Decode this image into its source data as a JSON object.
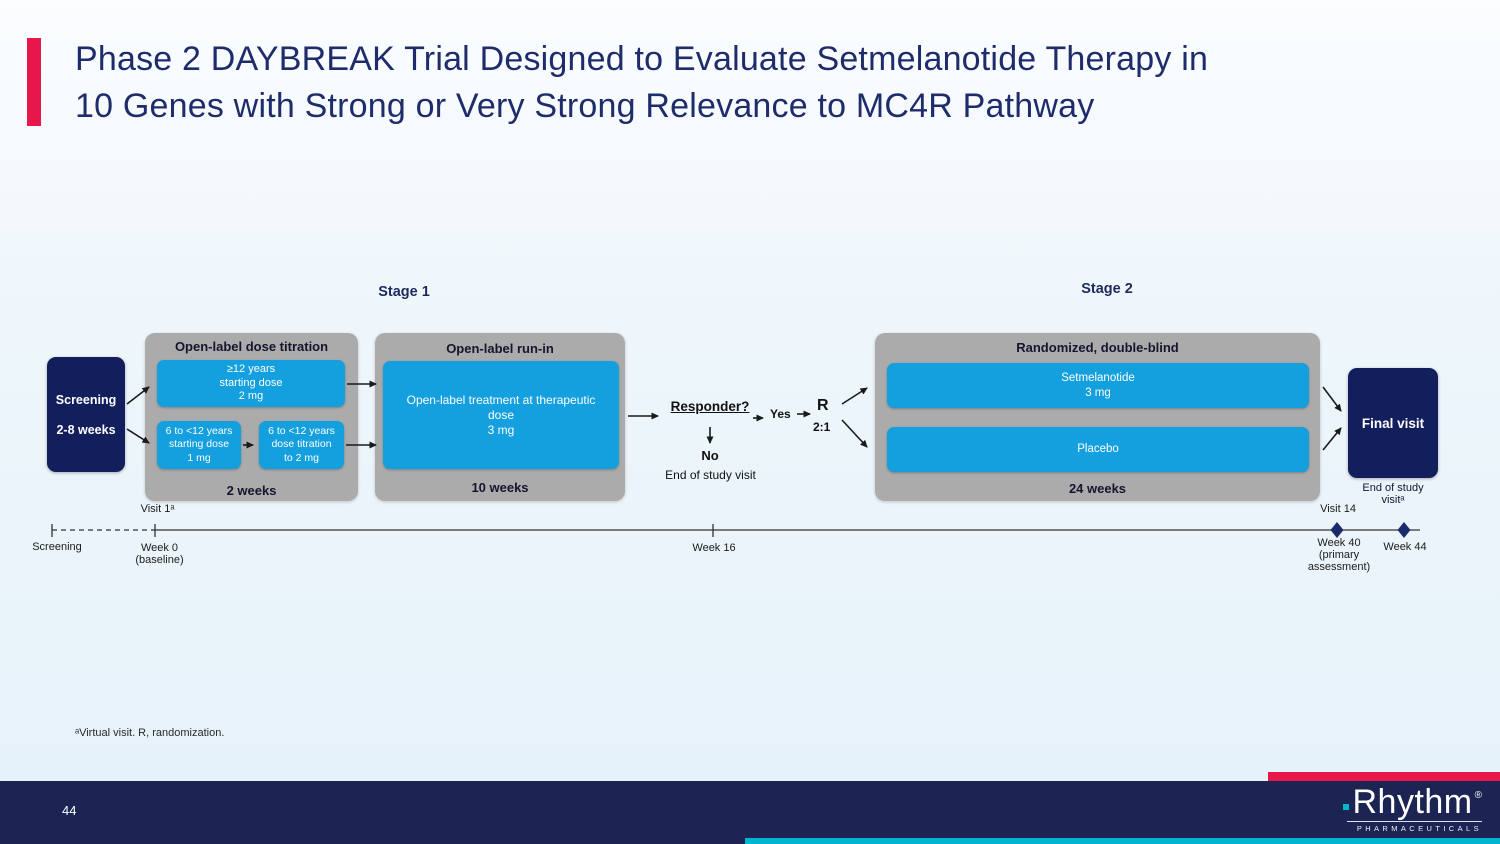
{
  "title": "Phase 2 DAYBREAK Trial Designed to Evaluate Setmelanotide Therapy in\n10 Genes with Strong or Very Strong Relevance to MC4R Pathway",
  "stages": {
    "stage1": "Stage 1",
    "stage2": "Stage 2"
  },
  "screening_box": {
    "line1": "Screening",
    "line2": "2-8 weeks"
  },
  "dose_titration": {
    "header": "Open-label dose titration",
    "box_12plus": "≥12 years\nstarting dose\n2 mg",
    "box_6to12_start": "6 to <12 years\nstarting dose\n1 mg",
    "box_6to12_titration": "6 to <12 years\ndose titration\nto 2 mg",
    "duration": "2 weeks"
  },
  "run_in": {
    "header": "Open-label run-in",
    "box": "Open-label treatment at therapeutic\ndose\n3 mg",
    "duration": "10 weeks"
  },
  "responder": {
    "question": "Responder?",
    "yes": "Yes",
    "r": "R",
    "ratio": "2:1",
    "no": "No",
    "no_outcome": "End of study visit"
  },
  "randomized": {
    "header": "Randomized, double-blind",
    "box_setmelanotide": "Setmelanotide\n3 mg",
    "box_placebo": "Placebo",
    "duration": "24 weeks"
  },
  "final_visit": {
    "label": "Final visit",
    "end_note": "End of study\nvisitᵃ"
  },
  "timeline": {
    "screening": "Screening",
    "visit1": "Visit 1ᵃ",
    "week0": "Week 0\n(baseline)",
    "week16": "Week 16",
    "visit14": "Visit 14",
    "week40": "Week 40\n(primary\nassessment)",
    "week44": "Week 44"
  },
  "footnote": "ᵃVirtual visit. R, randomization.",
  "footer": {
    "page_number": "44"
  },
  "logo": {
    "brand": "Rhythm",
    "registered": "®",
    "sub": "PHARMACEUTICALS"
  },
  "colors": {
    "accent_red": "#e8174b",
    "navy": "#121f5c",
    "bright_blue": "#149fde",
    "gray_panel": "#ababab",
    "teal": "#00b5cf",
    "footer_navy": "#1b2453",
    "title_text": "#1f2c6b"
  }
}
